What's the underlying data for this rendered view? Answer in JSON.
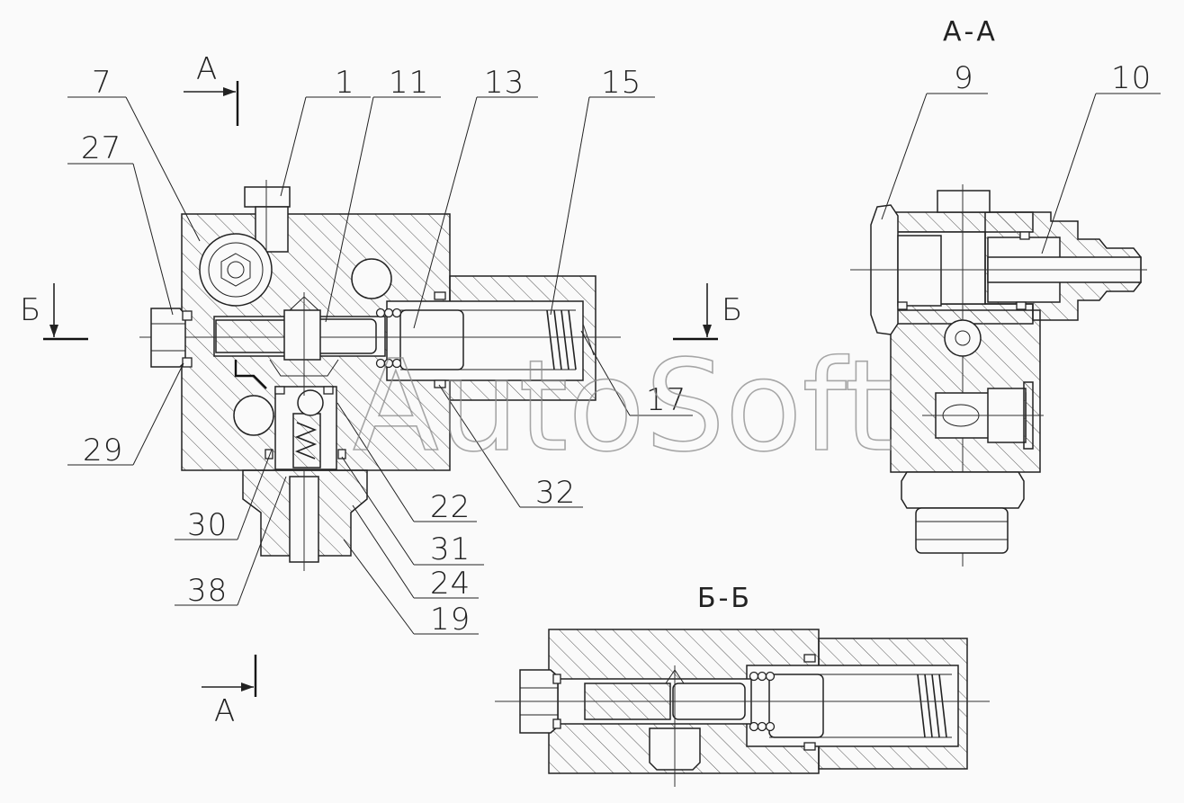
{
  "watermark": "AutoSoft",
  "section_titles": {
    "aa": "А-А",
    "bb": "Б-Б"
  },
  "section_marks": {
    "a_top": "А",
    "a_bottom": "А",
    "b_left": "Б",
    "b_right": "Б"
  },
  "callouts": [
    {
      "id": "7",
      "text": "7"
    },
    {
      "id": "1",
      "text": "1"
    },
    {
      "id": "11",
      "text": "11"
    },
    {
      "id": "13",
      "text": "13"
    },
    {
      "id": "15",
      "text": "15"
    },
    {
      "id": "27",
      "text": "27"
    },
    {
      "id": "17",
      "text": "17"
    },
    {
      "id": "29",
      "text": "29"
    },
    {
      "id": "30",
      "text": "30"
    },
    {
      "id": "22",
      "text": "22"
    },
    {
      "id": "32",
      "text": "32"
    },
    {
      "id": "31",
      "text": "31"
    },
    {
      "id": "38",
      "text": "38"
    },
    {
      "id": "24",
      "text": "24"
    },
    {
      "id": "19",
      "text": "19"
    },
    {
      "id": "9",
      "text": "9"
    },
    {
      "id": "10",
      "text": "10"
    }
  ]
}
